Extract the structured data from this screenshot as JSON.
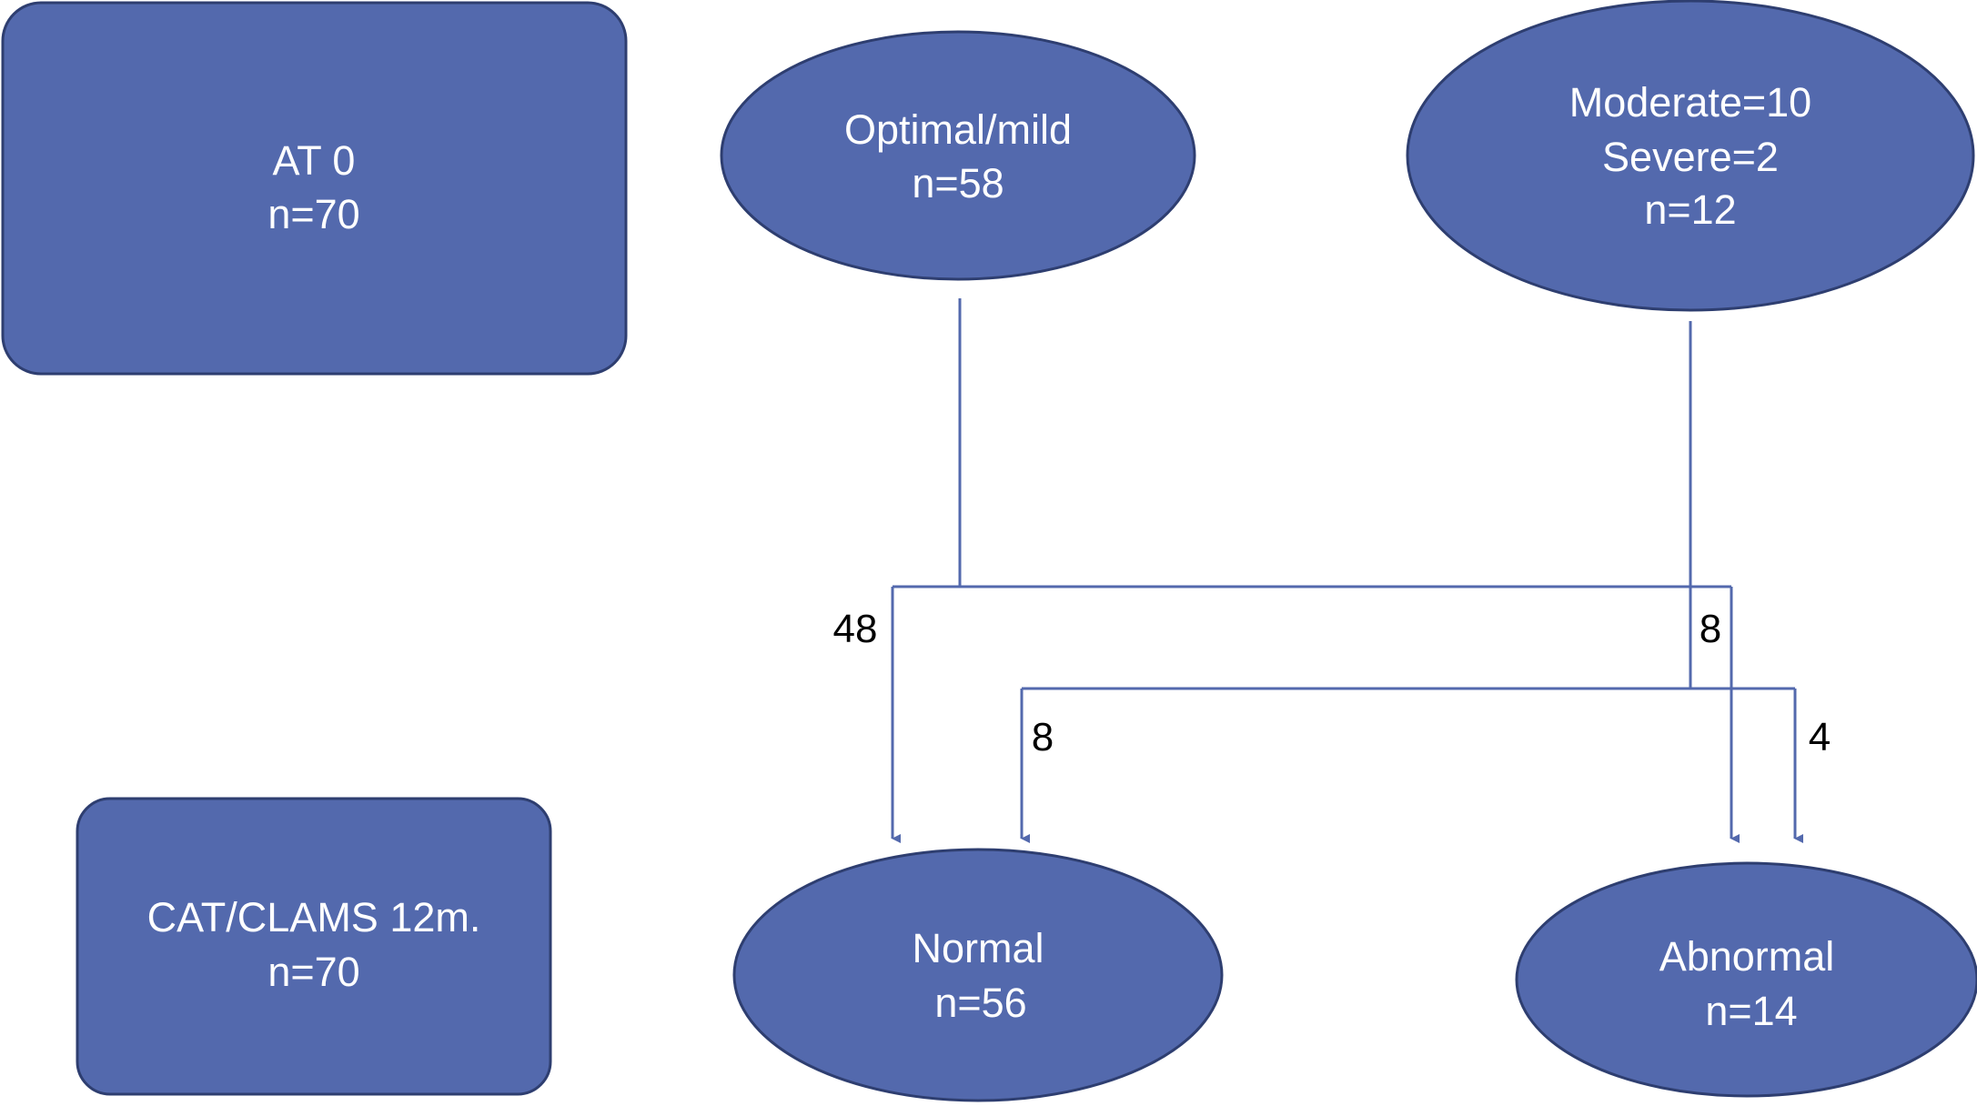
{
  "colors": {
    "node_fill": "#5369AD",
    "node_stroke": "#2E3E70",
    "line": "#5369AD",
    "node_text": "#FFFFFF",
    "label_text": "#000000"
  },
  "nodes": {
    "at0": {
      "line1": "AT 0",
      "line2": "n=70"
    },
    "cat_clams": {
      "line1": "CAT/CLAMS 12m.",
      "line2": "n=70"
    },
    "optimal": {
      "line1": "Optimal/mild",
      "line2": "n=58"
    },
    "moderate": {
      "line1": "Moderate=10",
      "line2": "Severe=2",
      "line3": "n=12"
    },
    "normal": {
      "line1": "Normal",
      "line2": "n=56"
    },
    "abnormal": {
      "line1": "Abnormal",
      "line2": "n=14"
    }
  },
  "edges": {
    "optimal_to_normal": "48",
    "optimal_to_abnormal": "8",
    "moderate_to_normal": "8",
    "moderate_to_abnormal": "4"
  }
}
